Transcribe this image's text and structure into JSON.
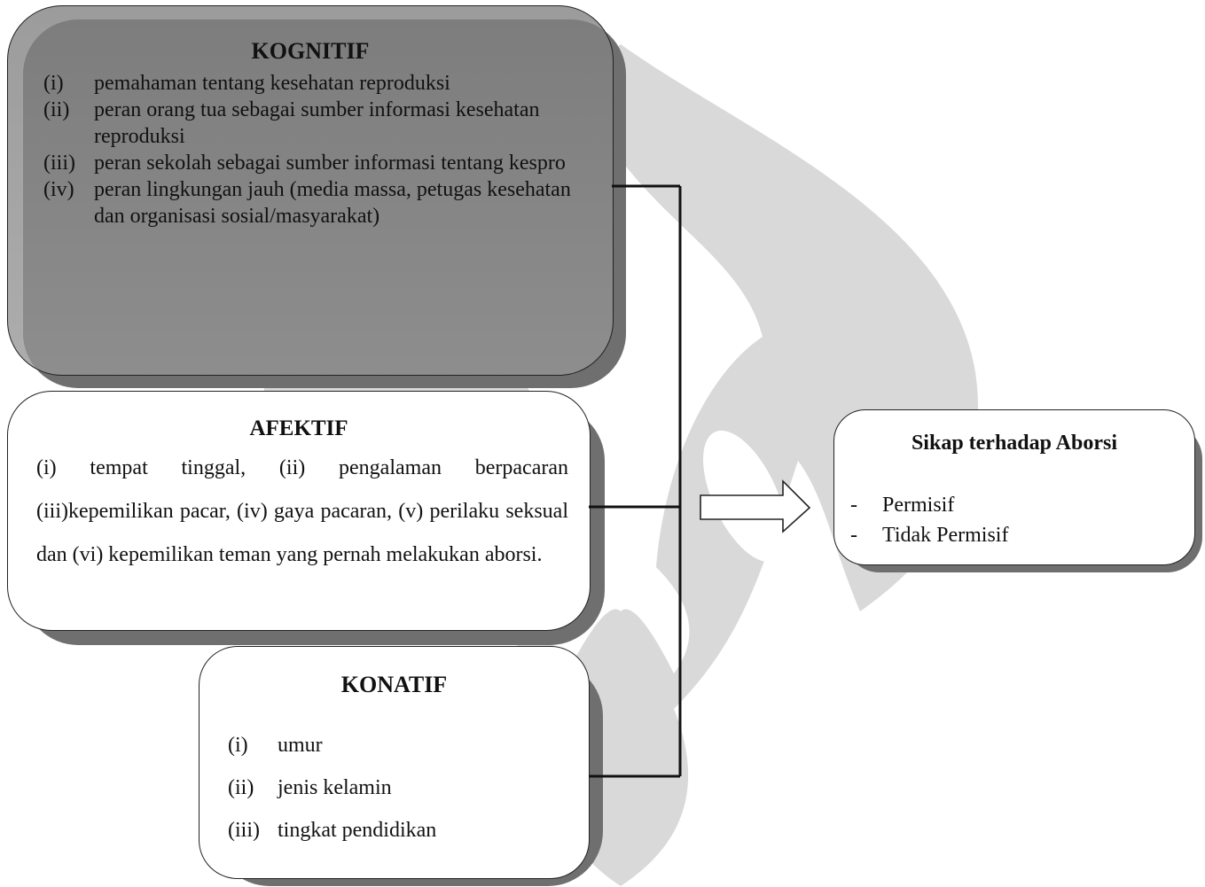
{
  "kognitif": {
    "title": "KOGNITIF",
    "items": [
      {
        "num": "(i)",
        "text": "pemahaman tentang kesehatan reproduksi"
      },
      {
        "num": "(ii)",
        "text": "peran orang tua sebagai sumber informasi kesehatan reproduksi"
      },
      {
        "num": "(iii)",
        "text": "peran sekolah sebagai sumber informasi tentang kespro"
      },
      {
        "num": "(iv)",
        "text": "peran lingkungan jauh (media massa, petugas kesehatan dan organisasi sosial/masyarakat)"
      }
    ]
  },
  "afektif": {
    "title": "AFEKTIF",
    "text": "(i) tempat tinggal, (ii) pengalaman berpacaran (iii)kepemilikan pacar, (iv) gaya pacaran, (v) perilaku seksual dan (vi) kepemilikan teman yang pernah melakukan aborsi."
  },
  "konatif": {
    "title": "KONATIF",
    "items": [
      {
        "num": "(i)",
        "text": "umur"
      },
      {
        "num": "(ii)",
        "text": "jenis kelamin"
      },
      {
        "num": "(iii)",
        "text": "tingkat pendidikan"
      }
    ]
  },
  "sikap": {
    "title": "Sikap terhadap Aborsi",
    "items": [
      {
        "dash": "-",
        "text": "Permisif"
      },
      {
        "dash": "-",
        "text": "Tidak Permisif"
      }
    ]
  }
}
